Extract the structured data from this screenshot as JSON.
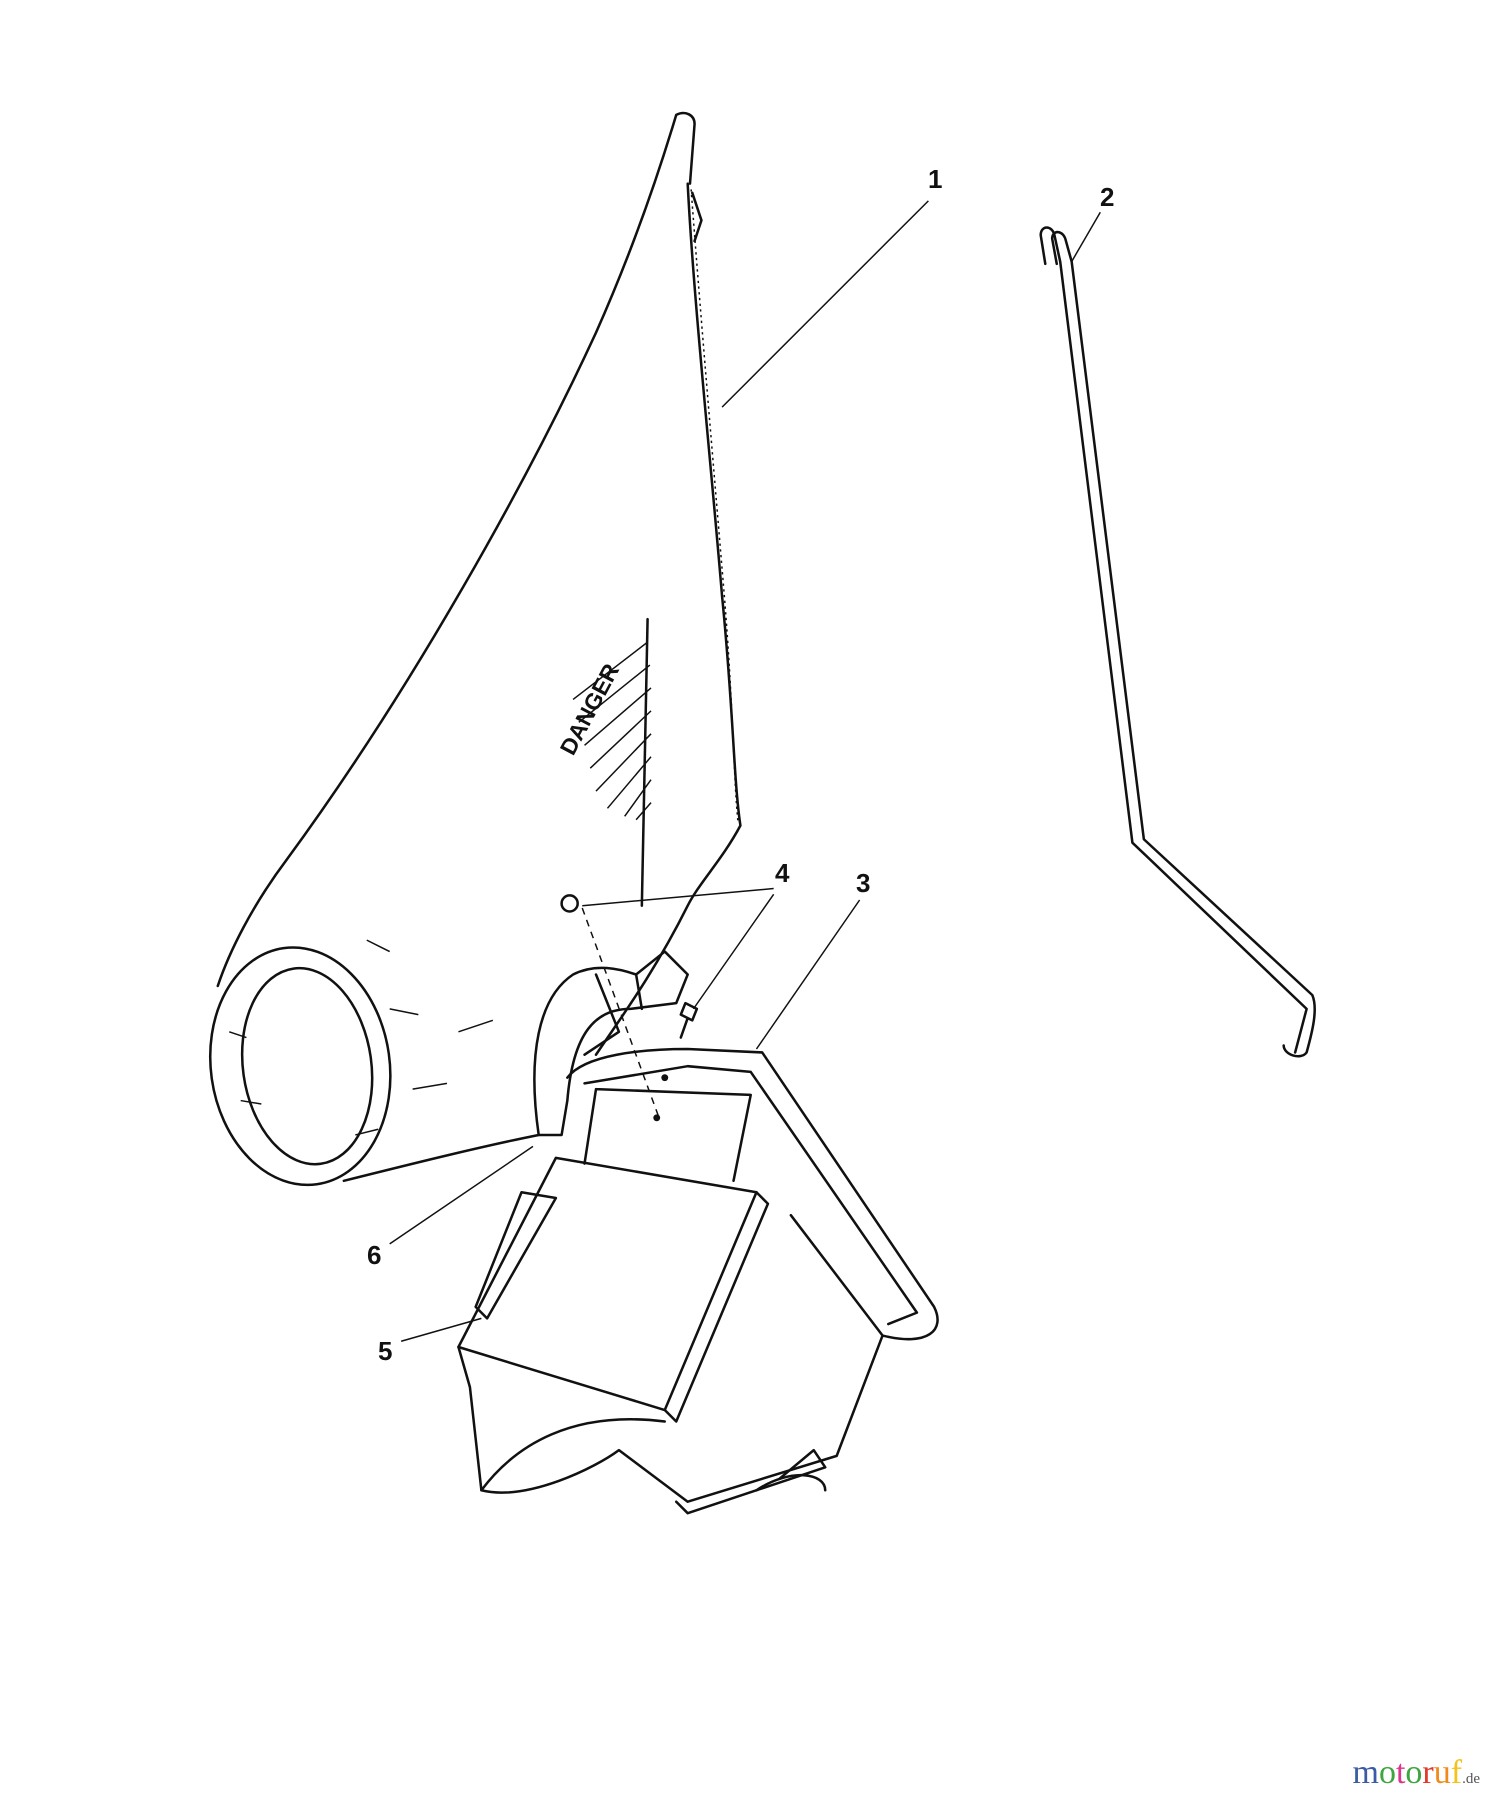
{
  "diagram": {
    "callouts": [
      {
        "id": "1",
        "label": "1",
        "part": "bag"
      },
      {
        "id": "2",
        "label": "2",
        "part": "rod"
      },
      {
        "id": "3",
        "label": "3",
        "part": "frame"
      },
      {
        "id": "4",
        "label": "4",
        "part": "fasteners"
      },
      {
        "id": "5",
        "label": "5",
        "part": "chute"
      },
      {
        "id": "6",
        "label": "6",
        "part": "strap"
      }
    ],
    "bag_label_text": "DANGER"
  },
  "watermark": {
    "brand": "motoruf",
    "suffix": ".de",
    "colors": [
      "#3b5ba5",
      "#3fa53f",
      "#e0338a",
      "#3fa53f",
      "#e23a2a",
      "#f08a1c",
      "#f3c21b"
    ]
  }
}
